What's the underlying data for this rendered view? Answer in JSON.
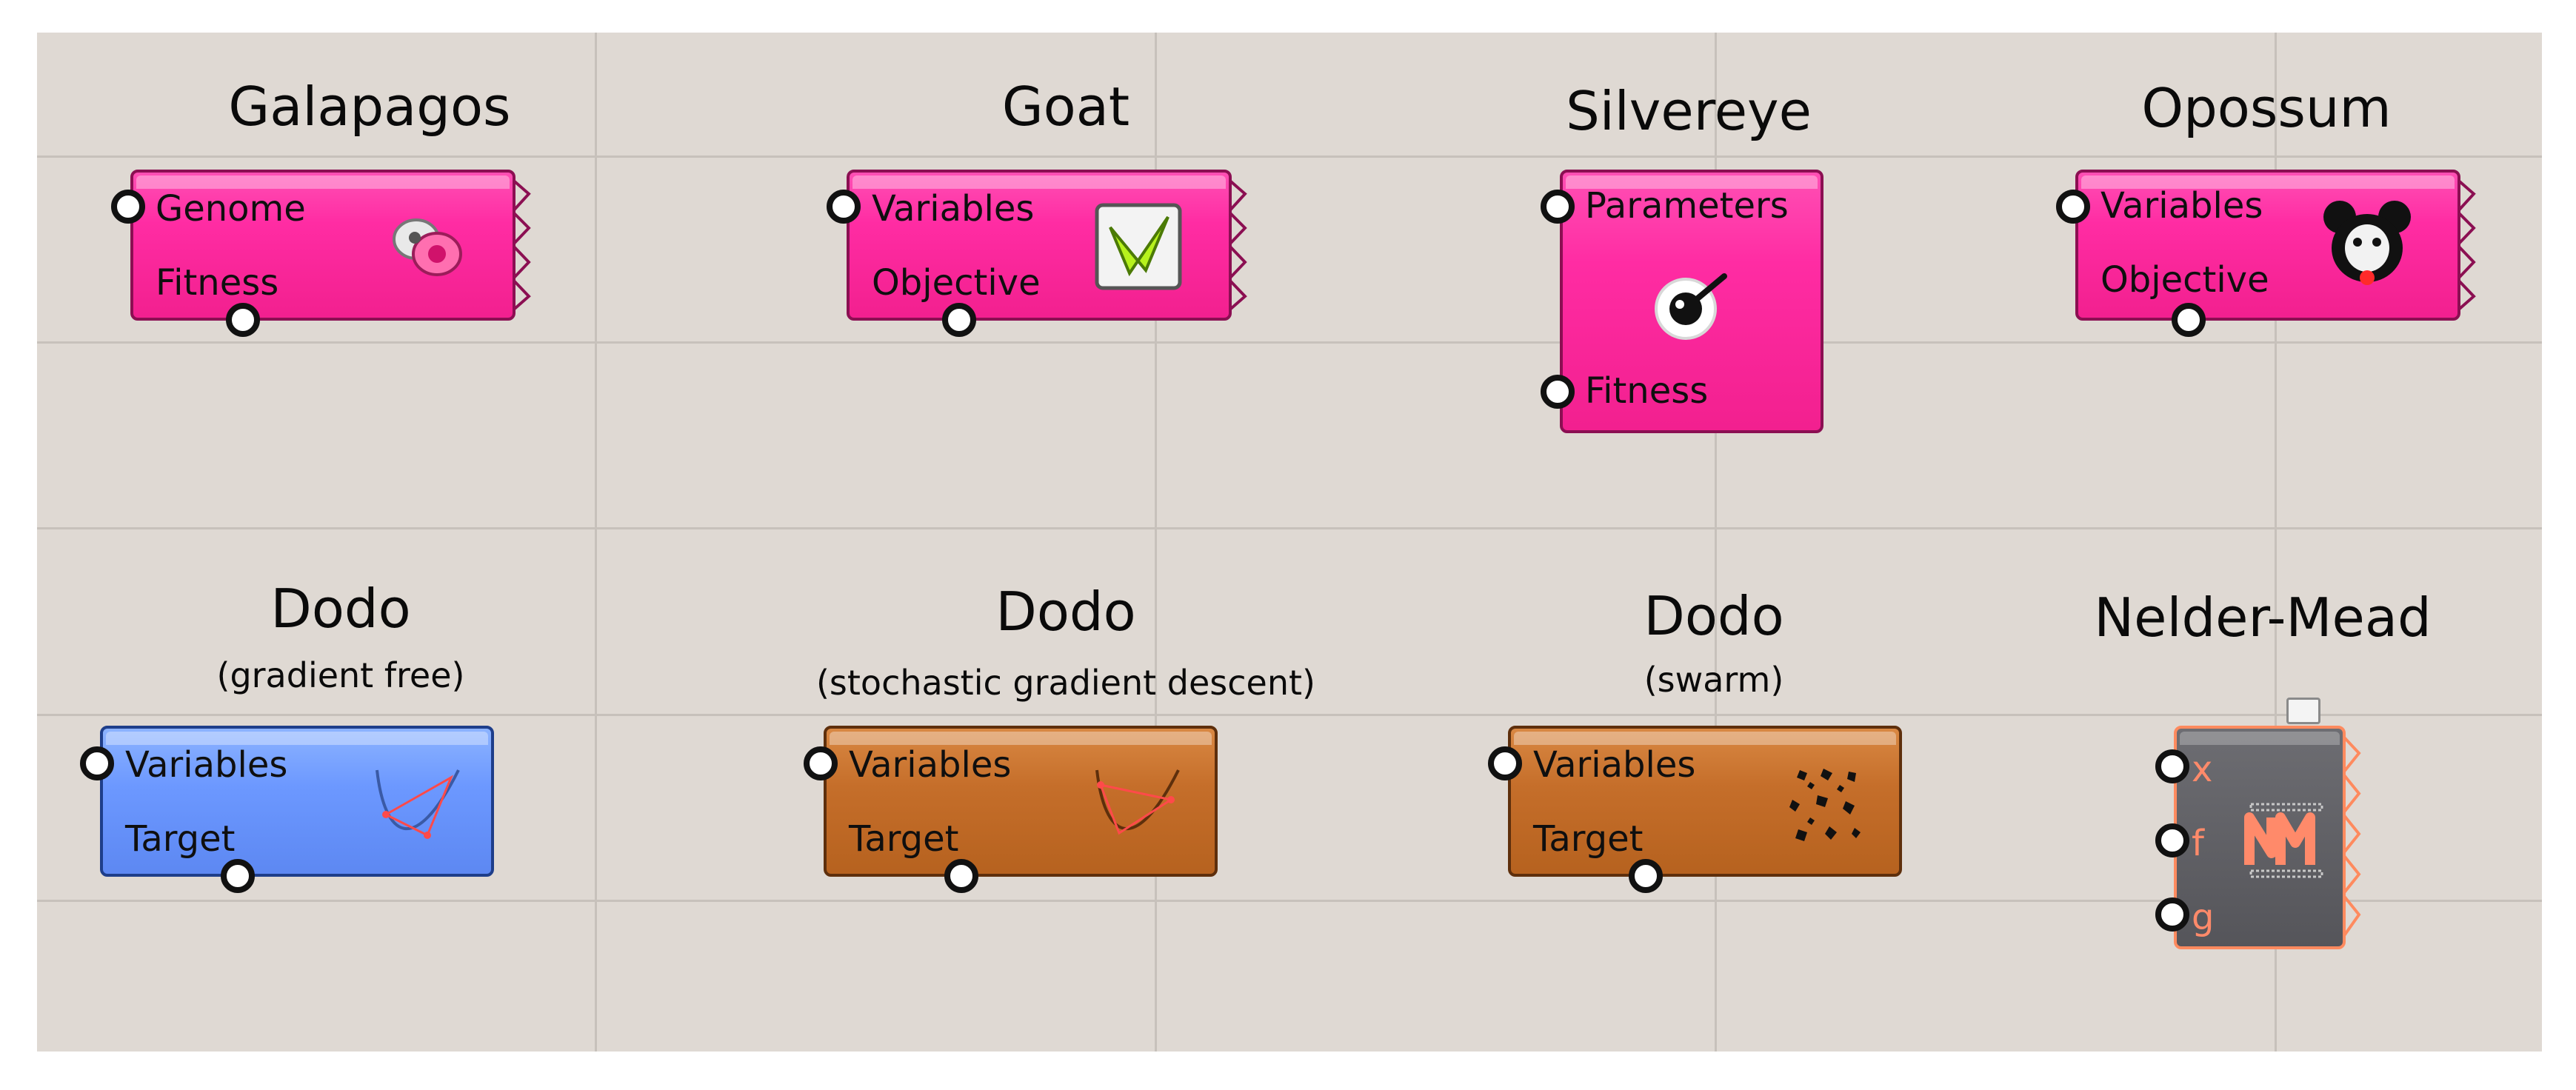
{
  "titles": {
    "galapagos": "Galapagos",
    "goat": "Goat",
    "silvereye": "Silvereye",
    "opossum": "Opossum",
    "dodo_gf": "Dodo",
    "dodo_gf_sub": "(gradient free)",
    "dodo_sgd": "Dodo",
    "dodo_sgd_sub": "(stochastic gradient descent)",
    "dodo_swarm": "Dodo",
    "dodo_swarm_sub": "(swarm)",
    "nelder_mead": "Nelder-Mead"
  },
  "components": {
    "galapagos": {
      "inputs": [
        "Genome",
        "Fitness"
      ],
      "icon": "galapagos-eye-icon"
    },
    "goat": {
      "inputs": [
        "Variables",
        "Objective"
      ],
      "icon": "goat-checkmark-icon"
    },
    "silvereye": {
      "inputs": [
        "Parameters",
        "Fitness"
      ],
      "icon": "silvereye-eye-icon"
    },
    "opossum": {
      "inputs": [
        "Variables",
        "Objective"
      ],
      "icon": "opossum-face-icon"
    },
    "dodo_gf": {
      "inputs": [
        "Variables",
        "Target"
      ],
      "icon": "curve-descent-icon"
    },
    "dodo_sgd": {
      "inputs": [
        "Variables",
        "Target"
      ],
      "icon": "curve-descent-icon"
    },
    "dodo_swarm": {
      "inputs": [
        "Variables",
        "Target"
      ],
      "icon": "swarm-dots-icon"
    },
    "nelder_mead": {
      "inputs": [
        "x",
        "f",
        "g"
      ],
      "icon": "nm-logo-icon"
    }
  },
  "colors": {
    "canvas": "#dfd9d3",
    "pink": "#ff2ca3",
    "blue": "#6c98ff",
    "brown": "#c56e2a",
    "dark": "#55555a",
    "accent": "#ff8a5e"
  }
}
